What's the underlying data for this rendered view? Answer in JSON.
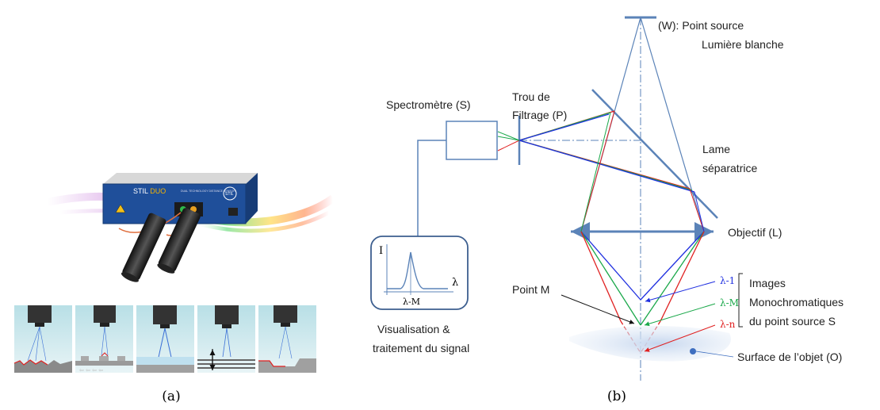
{
  "panel_a": {
    "caption": "(a)",
    "device": {
      "brand": "STIL",
      "model": "DUO",
      "subtitle": "DUAL TECHNOLOGY DISTANCE SENSOR",
      "logo": "STIL"
    }
  },
  "panel_b": {
    "caption": "(b)",
    "labels": {
      "source": "(W): Point source",
      "source2": "Lumière blanche",
      "pinhole": "Trou de",
      "pinhole2": "Filtrage (P)",
      "spectrometer": "Spectromètre (S)",
      "splitter": "Lame",
      "splitter2": "séparatrice",
      "objective": "Objectif (L)",
      "point_m": "Point M",
      "images": "Images",
      "images2": "Monochromatiques",
      "images3": "du point source S",
      "surface": "Surface de l’objet (O)",
      "visualisation": "Visualisation &",
      "visualisation2": "traitement du signal"
    },
    "wavelengths": {
      "l1": "λ-1",
      "lM": "λ-M",
      "ln": "λ-n"
    },
    "inset": {
      "ylabel": "I",
      "xlabel": "λ",
      "peak_label": "λ-M"
    },
    "colors": {
      "structure": "#5b83b8",
      "red": "#e02020",
      "green": "#1aa84a",
      "blue": "#2030e0"
    }
  }
}
